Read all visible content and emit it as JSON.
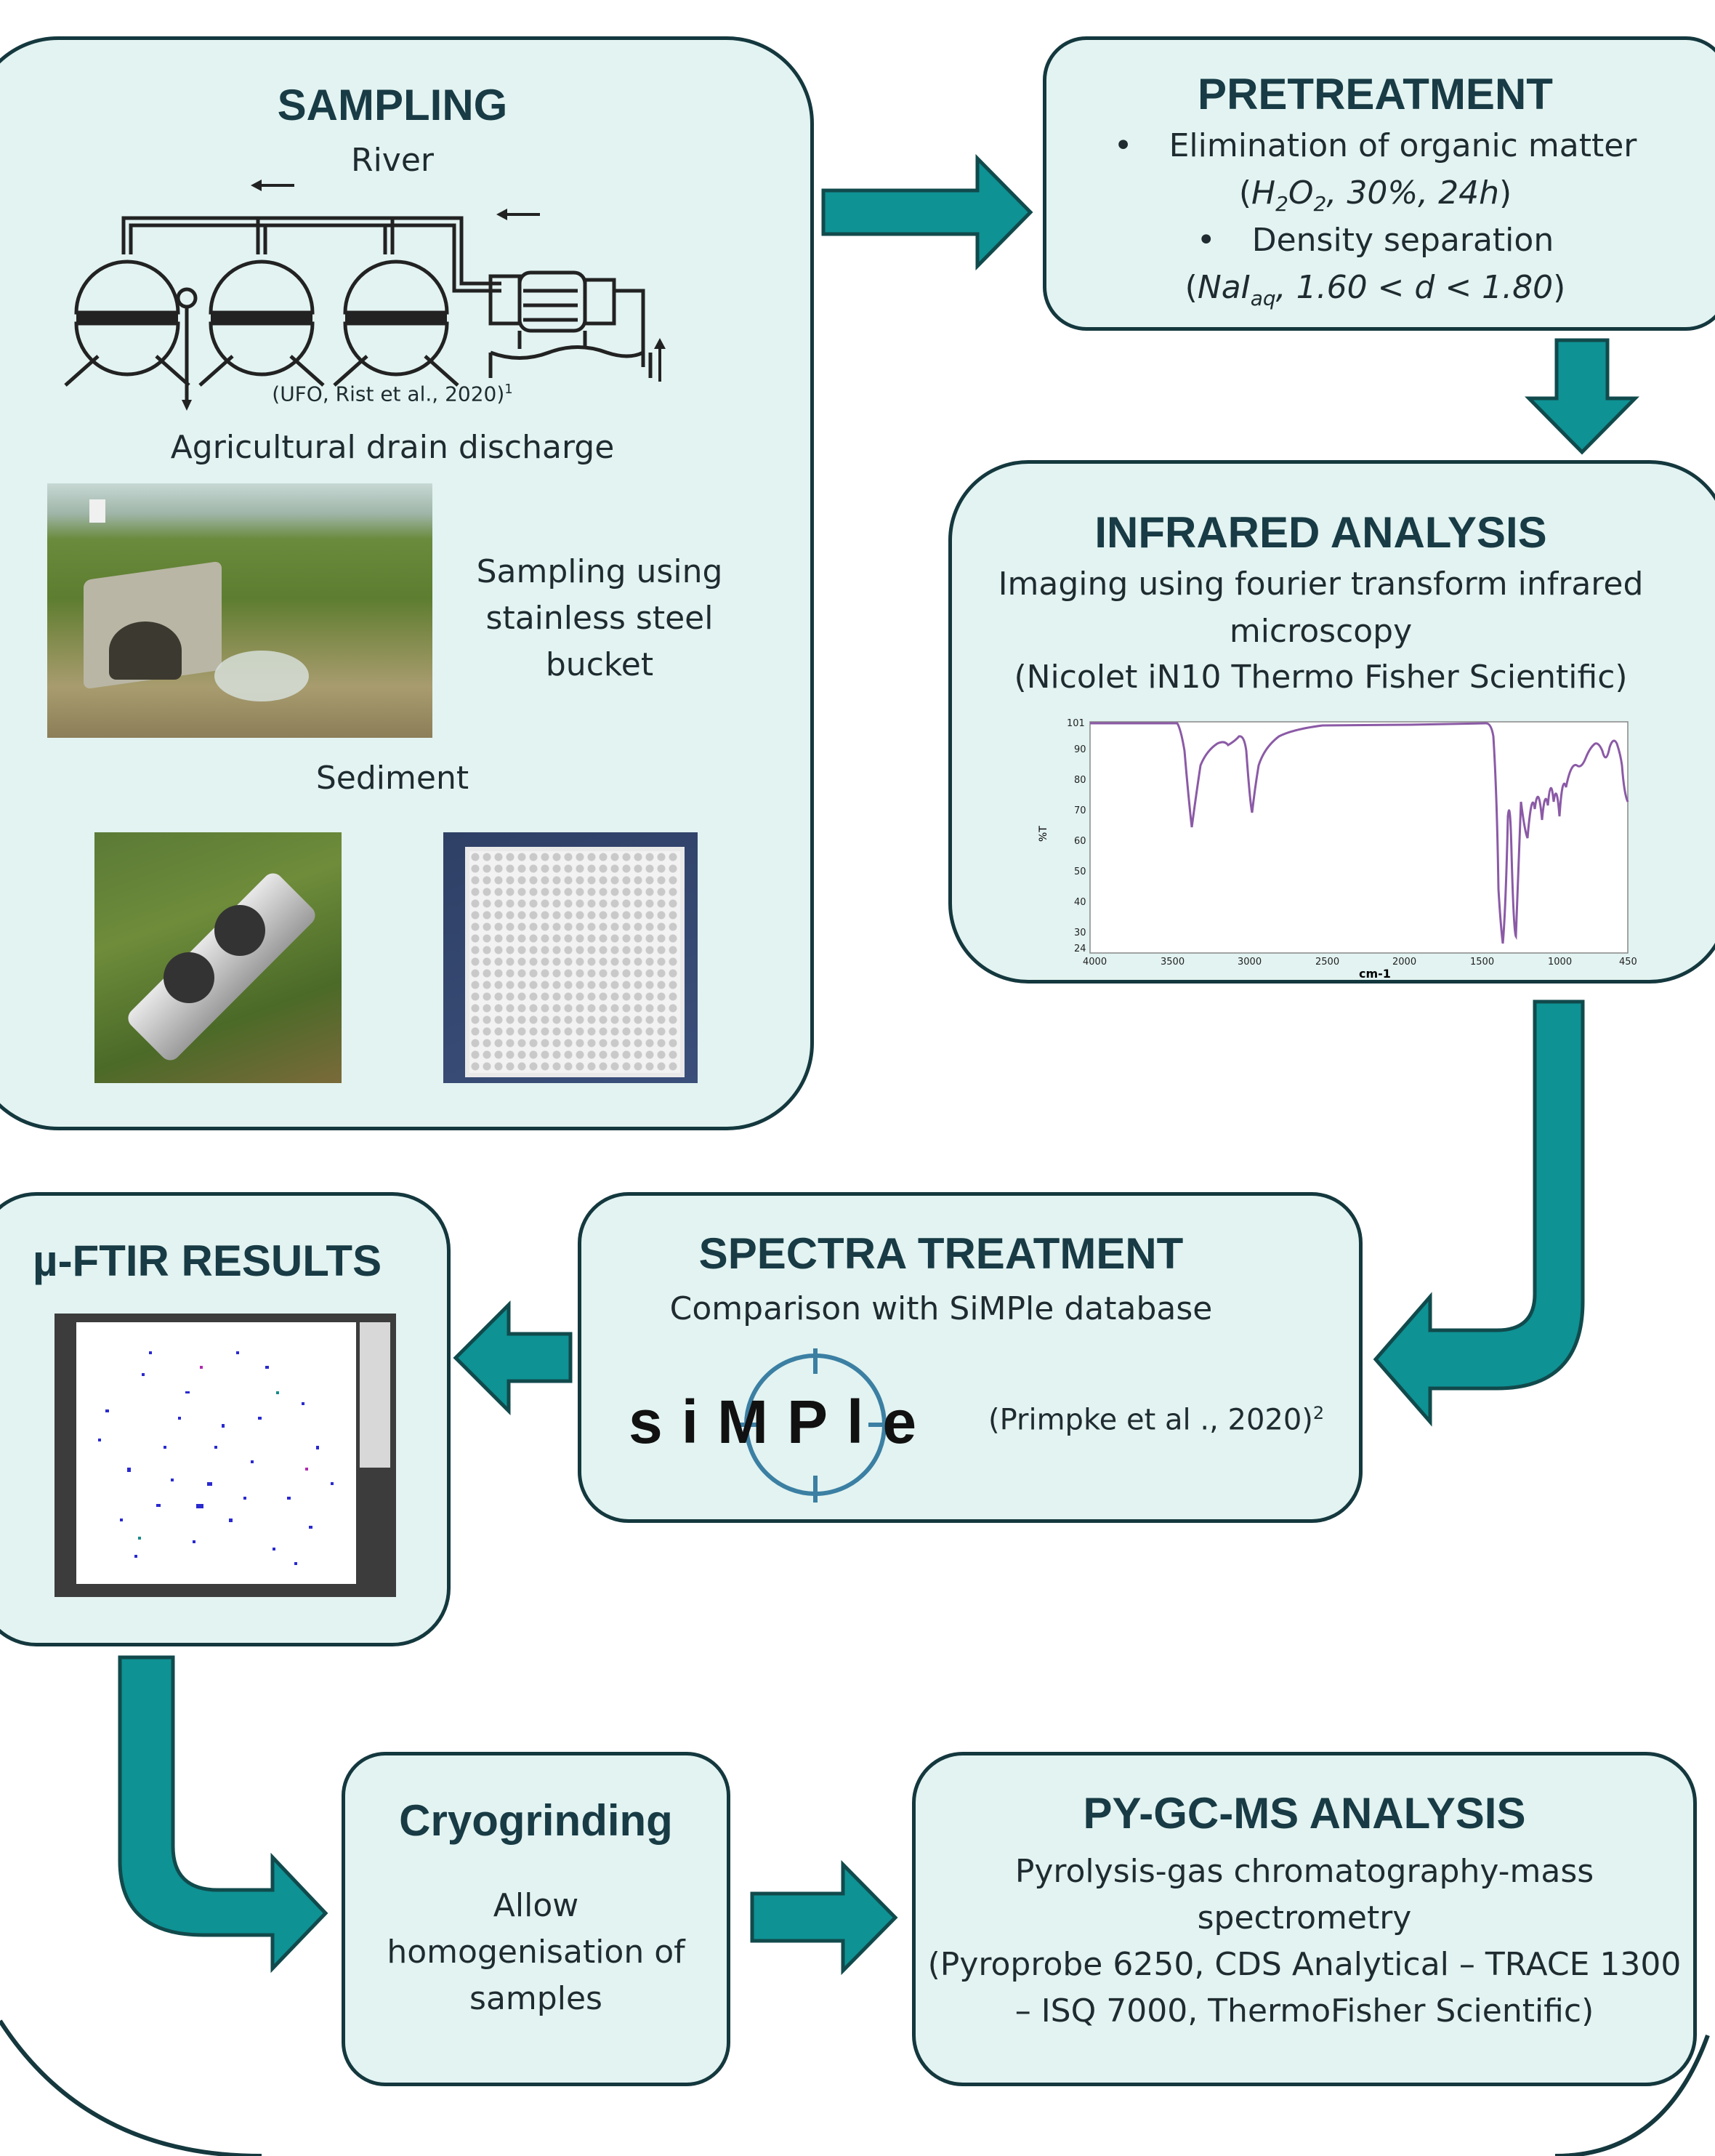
{
  "colors": {
    "box_fill": "#e2f3f1",
    "box_border": "#14383e",
    "arrow_fill": "#0e9294",
    "arrow_border": "#114a4c",
    "title": "#183b45"
  },
  "sampling": {
    "title": "SAMPLING",
    "river": "River",
    "ufo_caption": "(UFO, Rist et al., 2020)",
    "ufo_ref": "1",
    "drain": "Agricultural drain discharge",
    "bucket_text": [
      "Sampling using",
      "stainless steel",
      "bucket"
    ],
    "sediment": "Sediment"
  },
  "pretreatment": {
    "title": "PRETREATMENT",
    "bullet": "•",
    "item1": "Elimination of organic matter",
    "item1_detail": {
      "open": "(",
      "h": "H",
      "sub2a": "2",
      "o": "O",
      "sub2b": "2",
      "rest": ", 30%, 24h",
      "close": ")"
    },
    "item2": "Density separation",
    "item2_detail": {
      "open": "(",
      "nai": "NaI",
      "sub": "aq",
      "rest": ", 1.60 < d < 1.80",
      "close": ")"
    }
  },
  "infrared": {
    "title": "INFRARED ANALYSIS",
    "line1": "Imaging using fourier transform infrared",
    "line2": "microscopy",
    "line3": "(Nicolet iN10 Thermo Fisher Scientific)",
    "spectrum": {
      "ylabel": "%T",
      "xlabel": "cm-1",
      "yticks": [
        "101",
        "90",
        "80",
        "70",
        "60",
        "50",
        "40",
        "30",
        "24"
      ],
      "xticks": [
        "4000",
        "3500",
        "3000",
        "2500",
        "2000",
        "1500",
        "1000",
        "450"
      ]
    }
  },
  "spectra_treatment": {
    "title": "SPECTRA TREATMENT",
    "subtitle": "Comparison with SiMPle database",
    "logo_text": "siMPle",
    "reference": "(Primpke et al ., 2020)",
    "ref_sup": "2"
  },
  "ftir_results": {
    "title": "µ-FTIR RESULTS"
  },
  "cryogrinding": {
    "title": "Cryogrinding",
    "lines": [
      "Allow",
      "homogenisation of",
      "samples"
    ]
  },
  "pygcms": {
    "title": "PY-GC-MS ANALYSIS",
    "lines": [
      "Pyrolysis-gas chromatography-mass",
      "spectrometry",
      "(Pyroprobe 6250, CDS Analytical – TRACE 1300",
      "– ISQ 7000, ThermoFisher Scientific)"
    ]
  }
}
